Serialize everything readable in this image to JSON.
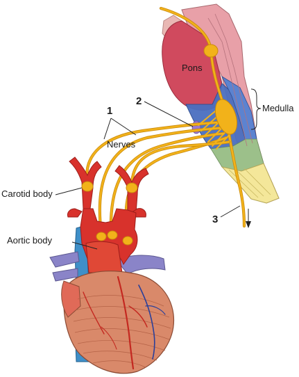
{
  "labels": {
    "pons": "Pons",
    "medulla": "Medulla",
    "nerves": "Nerves",
    "carotid_body": "Carotid body",
    "aortic_body": "Aortic body"
  },
  "callouts": {
    "n1": "1",
    "n2": "2",
    "n3": "3"
  },
  "colors": {
    "nerve": "#f2b21a",
    "nerve_outline": "#c98a0c",
    "pons": "#d04a5e",
    "brainstem_pink": "#e8a0a8",
    "medulla_blue": "#4a6fc0",
    "spinal_yellow": "#f4e79a",
    "aorta_red": "#d8322c",
    "vein_purple": "#8a84c8",
    "heart_muscle": "#d9896a",
    "vena_cava_blue": "#3f8fc8"
  }
}
